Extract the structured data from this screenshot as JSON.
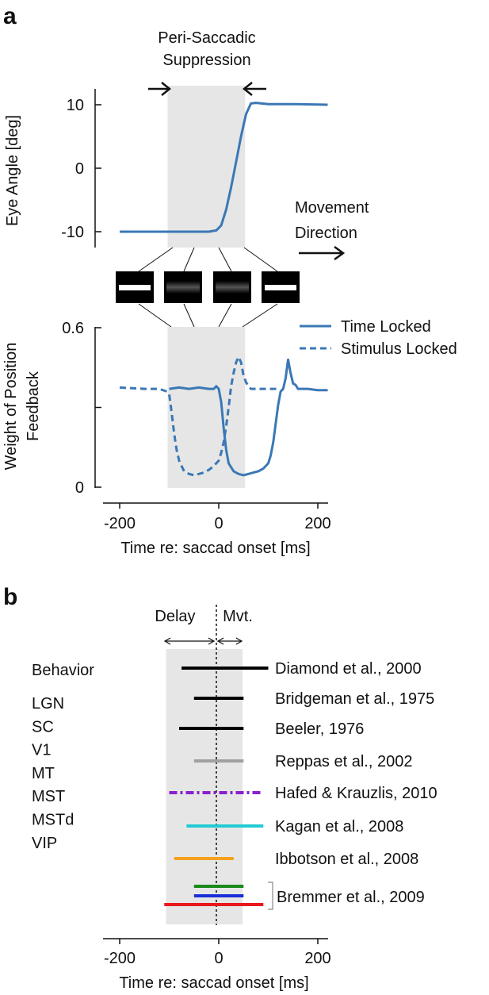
{
  "panel_a": {
    "letter": "a",
    "suppression_label_line1": "Peri-Saccadic",
    "suppression_label_line2": "Suppression",
    "movement_label_line1": "Movement",
    "movement_label_line2": "Direction"
  },
  "panel_b": {
    "letter": "b",
    "delay_label": "Delay",
    "mvt_label": "Mvt.",
    "behavior_label": "Behavior"
  },
  "chart_data": [
    {
      "type": "line",
      "title": "",
      "xlabel": "",
      "ylabel": "Eye Angle [deg]",
      "ylim": [
        -12,
        12
      ],
      "yticks": [
        -10,
        0,
        10
      ],
      "ytick_labels": [
        "-10",
        "0",
        "10"
      ],
      "shaded_region": [
        -100,
        50
      ],
      "series": [
        {
          "name": "",
          "color": "#3b78b5",
          "x": [
            -200,
            -100,
            -20,
            -5,
            5,
            15,
            25,
            35,
            45,
            55,
            65,
            75,
            100,
            150,
            220
          ],
          "y": [
            -10,
            -10,
            -10,
            -9.8,
            -9.0,
            -6.5,
            -3,
            1,
            5,
            8.5,
            10.2,
            10.3,
            10.1,
            10.1,
            10.0
          ]
        }
      ]
    },
    {
      "type": "line",
      "title": "",
      "xlabel": "Time re: saccad onset [ms]",
      "ylabel_line1": "Weight of Position",
      "ylabel_line2": "Feedback",
      "xlim": [
        -230,
        220
      ],
      "ylim": [
        0,
        0.6
      ],
      "xticks": [
        -200,
        0,
        200
      ],
      "xtick_labels": [
        "-200",
        "0",
        "200"
      ],
      "yticks": [
        0,
        0.3,
        0.6
      ],
      "ytick_labels": [
        "0",
        "",
        "0.6"
      ],
      "shaded_region": [
        -100,
        50
      ],
      "legend_position": "top-right",
      "series": [
        {
          "name": "Time Locked",
          "style": "solid",
          "color": "#3b78b5",
          "x": [
            -100,
            -80,
            -60,
            -40,
            -20,
            -10,
            -5,
            0,
            5,
            10,
            15,
            20,
            30,
            40,
            50,
            60,
            70,
            80,
            90,
            100,
            105,
            110,
            115,
            120,
            125,
            130,
            135,
            140,
            145,
            150,
            155,
            160,
            180,
            200,
            220
          ],
          "y": [
            0.37,
            0.375,
            0.37,
            0.375,
            0.37,
            0.37,
            0.38,
            0.37,
            0.32,
            0.22,
            0.14,
            0.09,
            0.06,
            0.05,
            0.045,
            0.05,
            0.055,
            0.06,
            0.07,
            0.09,
            0.12,
            0.17,
            0.24,
            0.31,
            0.36,
            0.37,
            0.41,
            0.48,
            0.43,
            0.39,
            0.385,
            0.37,
            0.37,
            0.365,
            0.365
          ]
        },
        {
          "name": "Stimulus Locked",
          "style": "dashed",
          "color": "#3b78b5",
          "x": [
            -200,
            -150,
            -120,
            -105,
            -100,
            -95,
            -90,
            -85,
            -80,
            -75,
            -70,
            -60,
            -50,
            -40,
            -30,
            -20,
            -10,
            0,
            5,
            10,
            15,
            20,
            25,
            30,
            35,
            40,
            45,
            50,
            55,
            60,
            65,
            70,
            80,
            100,
            120
          ],
          "y": [
            0.375,
            0.37,
            0.37,
            0.36,
            0.35,
            0.28,
            0.2,
            0.14,
            0.1,
            0.08,
            0.06,
            0.05,
            0.045,
            0.05,
            0.055,
            0.065,
            0.08,
            0.1,
            0.13,
            0.17,
            0.23,
            0.3,
            0.38,
            0.43,
            0.47,
            0.49,
            0.47,
            0.42,
            0.395,
            0.38,
            0.37,
            0.37,
            0.37,
            0.37,
            0.37
          ]
        }
      ]
    },
    {
      "type": "bar",
      "title": "",
      "xlabel": "Time re: saccad onset [ms]",
      "xlim": [
        -230,
        220
      ],
      "xticks": [
        -200,
        0,
        200
      ],
      "xtick_labels": [
        "-200",
        "0",
        "200"
      ],
      "shaded_region": [
        -100,
        45
      ],
      "reference_line": 0,
      "legend": [
        {
          "label": "LGN",
          "color": "#a0a0a0"
        },
        {
          "label": "SC",
          "color": "#8a1fcf"
        },
        {
          "label": "V1",
          "color": "#22cbd6"
        },
        {
          "label": "MT",
          "color": "#1a8a1a"
        },
        {
          "label": "MST",
          "color": "#1a2fd8"
        },
        {
          "label": "MSTd",
          "color": "#f5a11f"
        },
        {
          "label": "VIP",
          "color": "#e8181c"
        }
      ],
      "intervals": [
        {
          "label": "Diamond et al., 2000",
          "start": -75,
          "end": 100,
          "color": "#000000",
          "style": "solid"
        },
        {
          "label": "Bridgeman et al., 1975",
          "start": -50,
          "end": 50,
          "color": "#000000",
          "style": "solid"
        },
        {
          "label": "Beeler, 1976",
          "start": -80,
          "end": 50,
          "color": "#000000",
          "style": "solid"
        },
        {
          "label": "Reppas et al., 2002",
          "start": -50,
          "end": 50,
          "color": "#a0a0a0",
          "style": "solid"
        },
        {
          "label": "Hafed & Krauzlis, 2010",
          "start": -100,
          "end": 90,
          "color": "#8a1fcf",
          "style": "dashdot"
        },
        {
          "label": "Kagan et al., 2008",
          "start": -65,
          "end": 90,
          "color": "#22cbd6",
          "style": "solid"
        },
        {
          "label": "Ibbotson et al., 2008",
          "start": -90,
          "end": 30,
          "color": "#f5a11f",
          "style": "solid"
        },
        {
          "label": "",
          "start": -50,
          "end": 50,
          "color": "#1a8a1a",
          "style": "solid"
        },
        {
          "label": "",
          "start": -50,
          "end": 50,
          "color": "#1a2fd8",
          "style": "solid"
        },
        {
          "label": "",
          "start": -110,
          "end": 90,
          "color": "#e8181c",
          "style": "solid"
        }
      ],
      "bracket_label": "Bremmer et al., 2009"
    }
  ]
}
